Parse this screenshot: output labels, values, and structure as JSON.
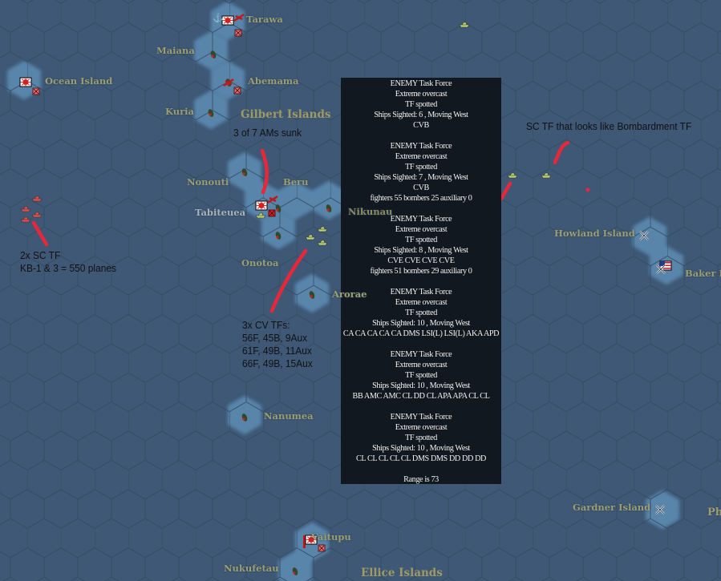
{
  "map": {
    "places": [
      {
        "name": "Tarawa"
      },
      {
        "name": "Maiana"
      },
      {
        "name": "Abemama"
      },
      {
        "name": "Kuria"
      },
      {
        "name": "Ocean Island"
      },
      {
        "name": "Nonouti"
      },
      {
        "name": "Beru"
      },
      {
        "name": "Tabiteuea"
      },
      {
        "name": "Nikunau"
      },
      {
        "name": "Onotoa"
      },
      {
        "name": "Arorae"
      },
      {
        "name": "Nanumea"
      },
      {
        "name": "Vaitupu"
      },
      {
        "name": "Nukufetau"
      },
      {
        "name": "Howland Island"
      },
      {
        "name": "Baker I"
      },
      {
        "name": "Gardner Island"
      },
      {
        "name": "Ph"
      }
    ],
    "regions": [
      {
        "name": "Gilbert Islands"
      },
      {
        "name": "Ellice Islands"
      }
    ]
  },
  "annotations": {
    "ams_sunk": "3 of 7 AMs sunk",
    "sc_tf_bombardment": "SC TF that looks like Bombardment TF",
    "kb_line1": "2x SC TF",
    "kb_line2": "KB-1 & 3 = 550 planes",
    "cv_line1": "3x CV TFs:",
    "cv_line2": "56F, 45B, 9Aux",
    "cv_line3": "61F, 49B, 11Aux",
    "cv_line4": "66F, 49B, 15Aux"
  },
  "tooltip": {
    "task_forces": [
      {
        "title": "ENEMY Task Force",
        "weather": "Extreme overcast",
        "status": "TF spotted",
        "sighted": "Ships Sighted: 6 , Moving West",
        "ships": "CVB",
        "air": null
      },
      {
        "title": "ENEMY Task Force",
        "weather": "Extreme overcast",
        "status": "TF spotted",
        "sighted": "Ships Sighted: 7 , Moving West",
        "ships": "CVB",
        "air": "fighters 55  bombers 25  auxiliary 0"
      },
      {
        "title": "ENEMY Task Force",
        "weather": "Extreme overcast",
        "status": "TF spotted",
        "sighted": "Ships Sighted: 8 , Moving West",
        "ships": "CVE CVE CVE CVE",
        "air": "fighters 51  bombers 29  auxiliary 0"
      },
      {
        "title": "ENEMY Task Force",
        "weather": "Extreme overcast",
        "status": "TF spotted",
        "sighted": "Ships Sighted: 10 , Moving West",
        "ships": "CA CA CA CA CA DMS LSI(L) LSI(L) AKA APD",
        "air": null
      },
      {
        "title": "ENEMY Task Force",
        "weather": "Extreme overcast",
        "status": "TF spotted",
        "sighted": "Ships Sighted: 10 , Moving West",
        "ships": "BB AMC AMC CL DD CL APA APA CL CL",
        "air": null
      },
      {
        "title": "ENEMY Task Force",
        "weather": "Extreme overcast",
        "status": "TF spotted",
        "sighted": "Ships Sighted: 10 , Moving West",
        "ships": "CL CL CL CL CL DMS DMS DD DD DD",
        "air": null
      }
    ],
    "range": "Range is 73"
  },
  "colors": {
    "ocean": "#3e5876",
    "shallow": "#5d8db5",
    "label": "#9c9e70",
    "annotation_red": "#e8283a",
    "tooltip_bg": "#121820",
    "japan_red": "#d42020",
    "allied_tf": "#b8d070"
  }
}
